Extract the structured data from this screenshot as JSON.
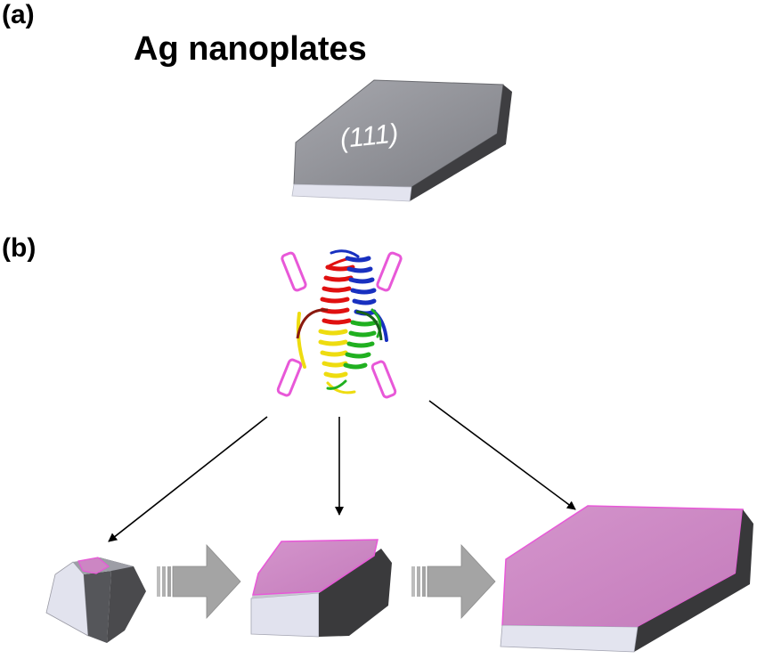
{
  "panel_a": {
    "label": "(a)",
    "title": "Ag nanoplates",
    "facet_label": "(111)"
  },
  "panel_b": {
    "label": "(b)"
  },
  "colors": {
    "plate_gray_top": "#8c8d93",
    "plate_side_light": "#e3e4ef",
    "plate_side_dark": "#3a3a3c",
    "pink_facet": "#cc88c4",
    "pink_outline": "#e858d8",
    "block_arrow": "#a4a4a4",
    "helix_red": "#e01010",
    "helix_blue": "#1830c0",
    "helix_yellow": "#f0e010",
    "helix_green": "#20b020"
  }
}
